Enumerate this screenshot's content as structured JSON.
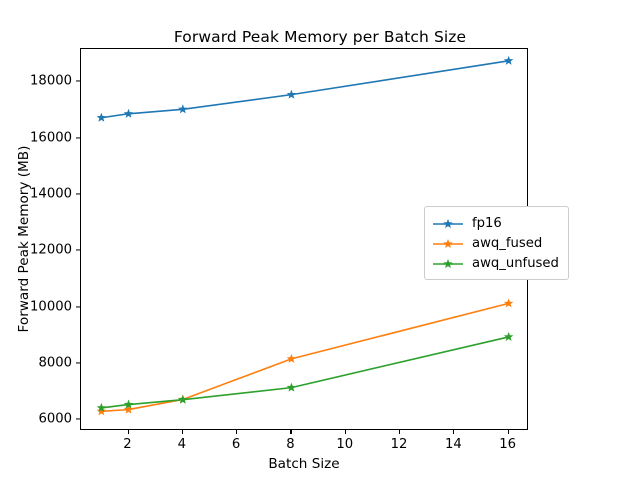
{
  "chart_data": {
    "type": "line",
    "title": "Forward Peak Memory per Batch Size",
    "xlabel": "Batch Size",
    "ylabel": "Forward Peak Memory (MB)",
    "x": [
      1,
      2,
      4,
      8,
      16
    ],
    "xlim": [
      0.25,
      16.75
    ],
    "ylim": [
      5620,
      19180
    ],
    "xticks": [
      2,
      4,
      6,
      8,
      10,
      12,
      14,
      16
    ],
    "xtick_labels": [
      "2",
      "4",
      "6",
      "8",
      "10",
      "12",
      "14",
      "16"
    ],
    "yticks": [
      6000,
      8000,
      10000,
      12000,
      14000,
      16000,
      18000
    ],
    "ytick_labels": [
      "6000",
      "8000",
      "10000",
      "12000",
      "14000",
      "16000",
      "18000"
    ],
    "grid": false,
    "legend_position": "center right",
    "marker": "star",
    "series": [
      {
        "name": "fp16",
        "color": "#1f77b4",
        "values": [
          16740,
          16880,
          17040,
          17560,
          18760
        ]
      },
      {
        "name": "awq_fused",
        "color": "#ff7f0e",
        "values": [
          6320,
          6380,
          6740,
          8180,
          10150
        ]
      },
      {
        "name": "awq_unfused",
        "color": "#2ca02c",
        "values": [
          6440,
          6560,
          6730,
          7160,
          8960
        ]
      }
    ]
  }
}
